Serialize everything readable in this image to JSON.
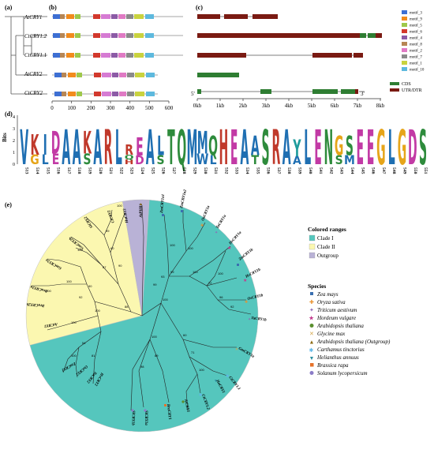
{
  "panels": {
    "a": "(a)",
    "b": "(b)",
    "c": "(c)",
    "d": "(d)",
    "e": "(e)"
  },
  "genes": [
    "AtCRY1",
    "CtCRY1.2",
    "CtCRY1.1",
    "AtCRY2",
    "CtCRY2"
  ],
  "axis_b": [
    "0",
    "100",
    "200",
    "300",
    "400",
    "500",
    "600"
  ],
  "axis_c": [
    "0kb",
    "1kb",
    "2kb",
    "3kb",
    "4kb",
    "5kb",
    "6kb",
    "7kb",
    "8kb"
  ],
  "strand": {
    "five": "5'",
    "three": "3'"
  },
  "motif_legend": [
    "motif_3",
    "motif_9",
    "motif_5",
    "motif_6",
    "motif_4",
    "motif_8",
    "motif_2",
    "motif_7",
    "motif_1",
    "motif_10"
  ],
  "gene_legend": [
    "CDS",
    "UTR/DTR"
  ],
  "bits": {
    "label": "Bits",
    "ticks": [
      "4",
      "3",
      "2",
      "1",
      "0"
    ]
  },
  "logo_positions": [
    "513",
    "514",
    "515",
    "516",
    "517",
    "518",
    "519",
    "520",
    "521",
    "522",
    "523",
    "524",
    "525",
    "526",
    "527",
    "528",
    "529",
    "530",
    "531",
    "532",
    "533",
    "534",
    "535",
    "536",
    "537",
    "538",
    "539",
    "540",
    "541",
    "542",
    "543",
    "544",
    "545",
    "546",
    "547",
    "548",
    "549",
    "550",
    "551"
  ],
  "logo_letters": [
    [
      "V"
    ],
    [
      "K",
      "G"
    ],
    [
      "I",
      "L"
    ],
    [
      "D",
      "E"
    ],
    [
      "A"
    ],
    [
      "A"
    ],
    [
      "K",
      "S"
    ],
    [
      "A"
    ],
    [
      "R"
    ],
    [
      "L"
    ],
    [
      "R",
      "Q",
      "H"
    ],
    [
      "E",
      "D"
    ],
    [
      "A"
    ],
    [
      "L",
      "S"
    ],
    [
      "T"
    ],
    [
      "Q"
    ],
    [
      "M"
    ],
    [
      "M",
      "W"
    ],
    [
      "Q",
      "L"
    ],
    [
      "H"
    ],
    [
      "E"
    ],
    [
      "A"
    ],
    [
      "A",
      "T"
    ],
    [
      "S"
    ],
    [
      "R"
    ],
    [
      "A"
    ],
    [
      "Y",
      "A"
    ],
    [
      "L"
    ],
    [
      "E"
    ],
    [
      "N"
    ],
    [
      "G",
      "S"
    ],
    [
      "S",
      "M"
    ],
    [
      "E"
    ],
    [
      "E"
    ],
    [
      "G"
    ],
    [
      "L"
    ],
    [
      "G"
    ],
    [
      "D"
    ],
    [
      "S"
    ]
  ],
  "legend": {
    "colored_ranges_title": "Colored ranges",
    "colored_ranges": [
      "Clade I",
      "Clade II",
      "Outgroup"
    ],
    "species_title": "Species",
    "species": [
      "Zea mays",
      "Oryza sativa",
      "Triticum aestivum",
      "Hordeum vulgare",
      "Arabidopsis thaliana",
      "Glycine max",
      "Arabidopsis thaliana (Outgroup)",
      "Carthamus tinctorius",
      "Helianthus annuus",
      "Brassica rapa",
      "Solanum lycopersicum"
    ]
  },
  "colors": {
    "clade1": "#55c6bd",
    "clade2": "#fbf7b0",
    "outgroup": "#b9b2d6",
    "cds": "#2e7d32",
    "utr": "#7a1a12"
  },
  "tree_taxa_clade1": [
    "ZmCRY1a1",
    "ZmCRY1a2",
    "OsCRY1a",
    "TaCRY1a",
    "HvCRY1a",
    "ZmCRY1b",
    "HvCRY1b",
    "OsCRY1b",
    "TaCRY1b",
    "GmCRY1a",
    "CtCRY1.1",
    "HaCRY1",
    "CtCRY1.2",
    "AtCRY1",
    "BraCRY1",
    "SlCRY1a",
    "SlCRY1b"
  ],
  "tree_taxa_clade2": [
    "HaCRY2",
    "CtCRY2",
    "SlCRY2",
    "GmCRY2b",
    "GmCRY2a",
    "BraCRY2a",
    "BraCRY2b",
    "AtCRY2",
    "ZmCRY2",
    "OsCRY2",
    "TaCRY2",
    "HvCRY2"
  ],
  "tree_taxa_outgroup": [
    "AtPHR1"
  ],
  "bootstrap": [
    "100",
    "100",
    "99",
    "100",
    "72",
    "96",
    "92",
    "100",
    "100",
    "99",
    "93",
    "60",
    "71",
    "100",
    "89",
    "98",
    "100",
    "100",
    "99",
    "60",
    "90",
    "100",
    "87",
    "100",
    "100",
    "92",
    "100",
    "100",
    "54",
    "100",
    "81",
    "88",
    "90"
  ]
}
